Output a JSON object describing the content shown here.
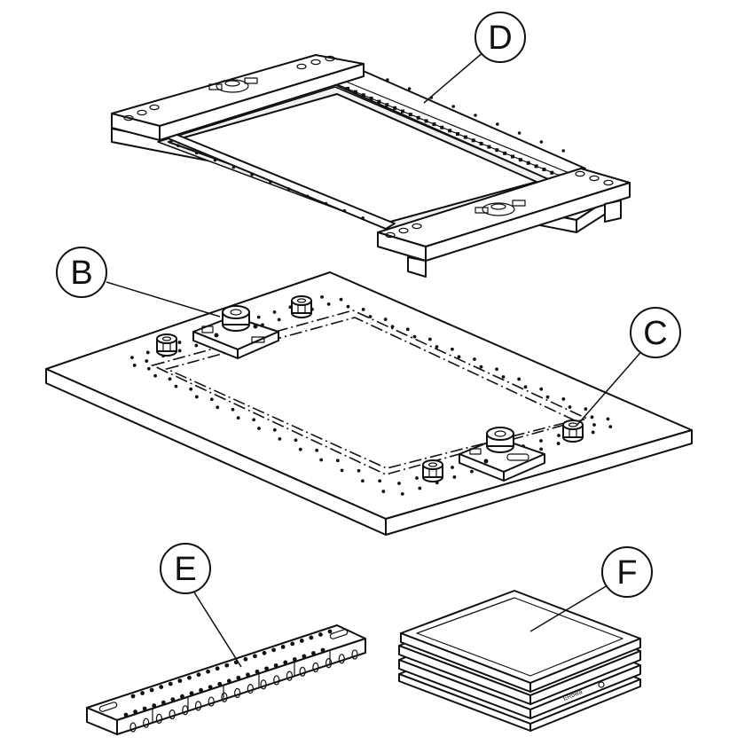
{
  "callouts": {
    "b": "B",
    "c": "C",
    "d": "D",
    "e": "E",
    "f": "F"
  },
  "brand_mark": "ERowa"
}
